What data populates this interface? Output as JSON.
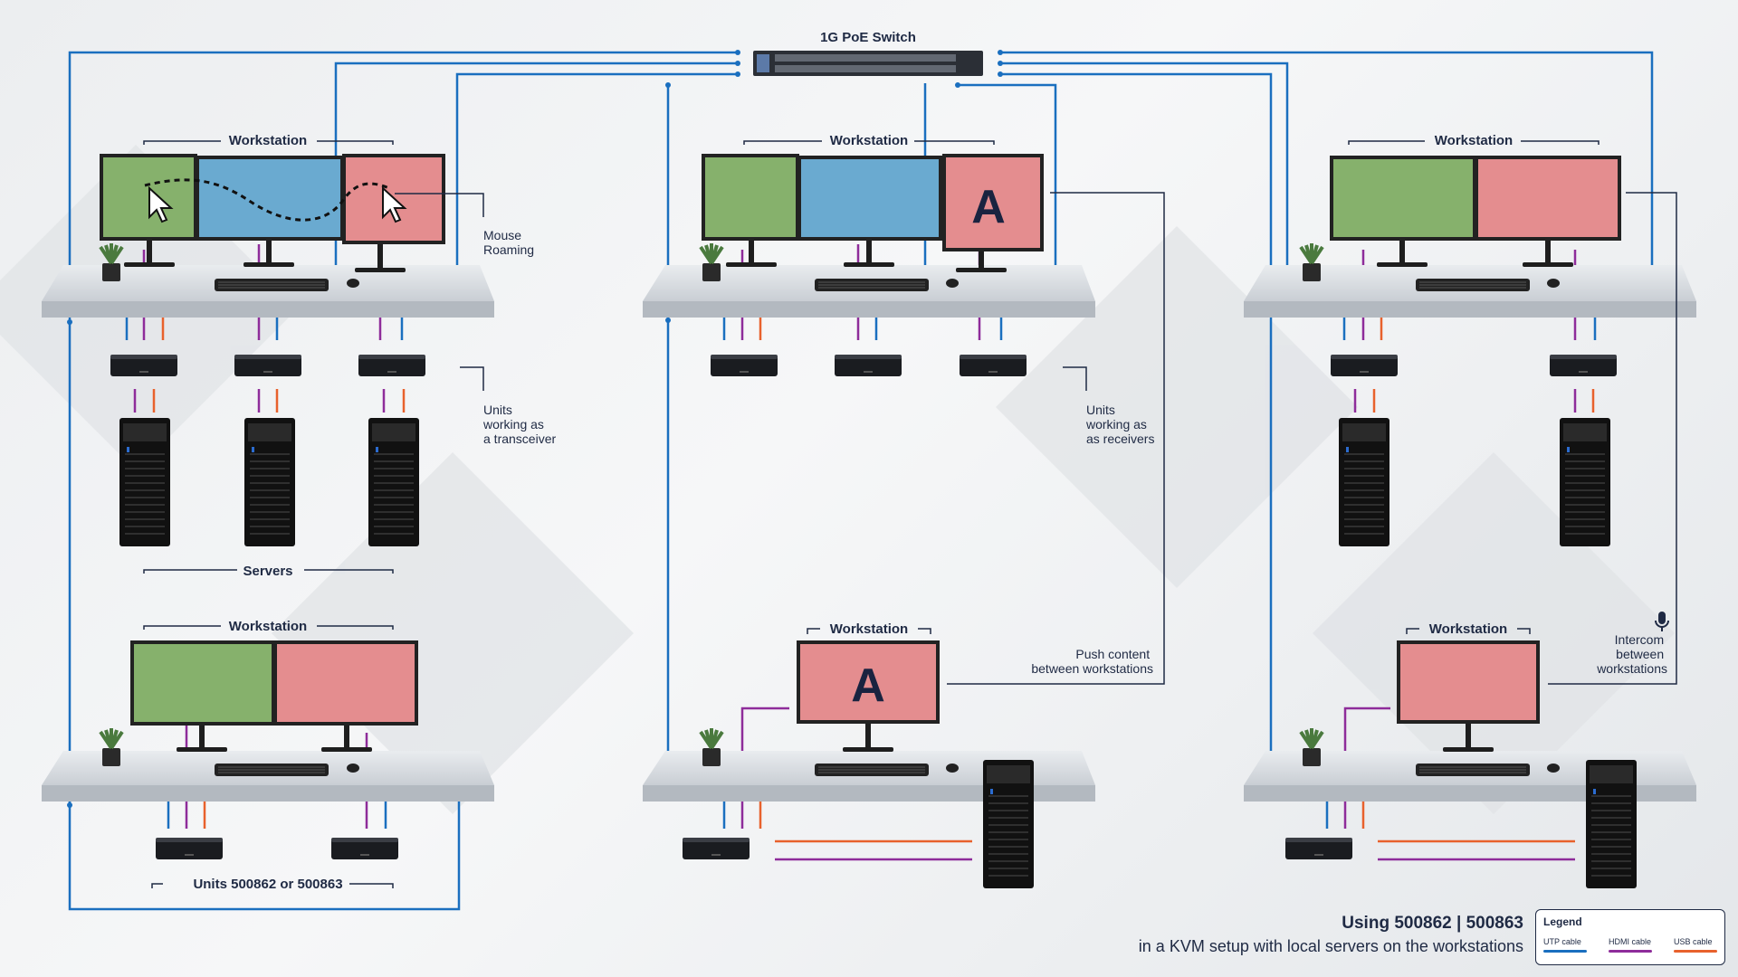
{
  "switch_label": "1G PoE Switch",
  "workstation_label": "Workstation",
  "servers_label": "Servers",
  "units_label": "Units 500862 or 500863",
  "mouse_roaming": [
    "Mouse",
    "Roaming"
  ],
  "transceiver_note": [
    "Units",
    "working as",
    "a transceiver"
  ],
  "receiver_note": [
    "Units",
    "working as",
    "as receivers"
  ],
  "push_note": [
    "Push content",
    "between workstations"
  ],
  "intercom_note": [
    "Intercom",
    "between",
    "workstations"
  ],
  "screen_letter": "A",
  "title": "Using 500862 | 500863",
  "subtitle": "in a KVM setup with local servers on the workstations",
  "legend": {
    "title": "Legend",
    "items": [
      {
        "label": "UTP cable",
        "color": "#1a6fbf"
      },
      {
        "label": "HDMI cable",
        "color": "#8e2c9a"
      },
      {
        "label": "USB cable",
        "color": "#e8612c"
      }
    ]
  },
  "colors": {
    "utp": "#1a6fbf",
    "hdmi": "#8e2c9a",
    "usb": "#e8612c",
    "screen_green": "#86b16c",
    "screen_blue": "#6aaad0",
    "screen_pink": "#e48d8f",
    "navy": "#1f2a44"
  }
}
